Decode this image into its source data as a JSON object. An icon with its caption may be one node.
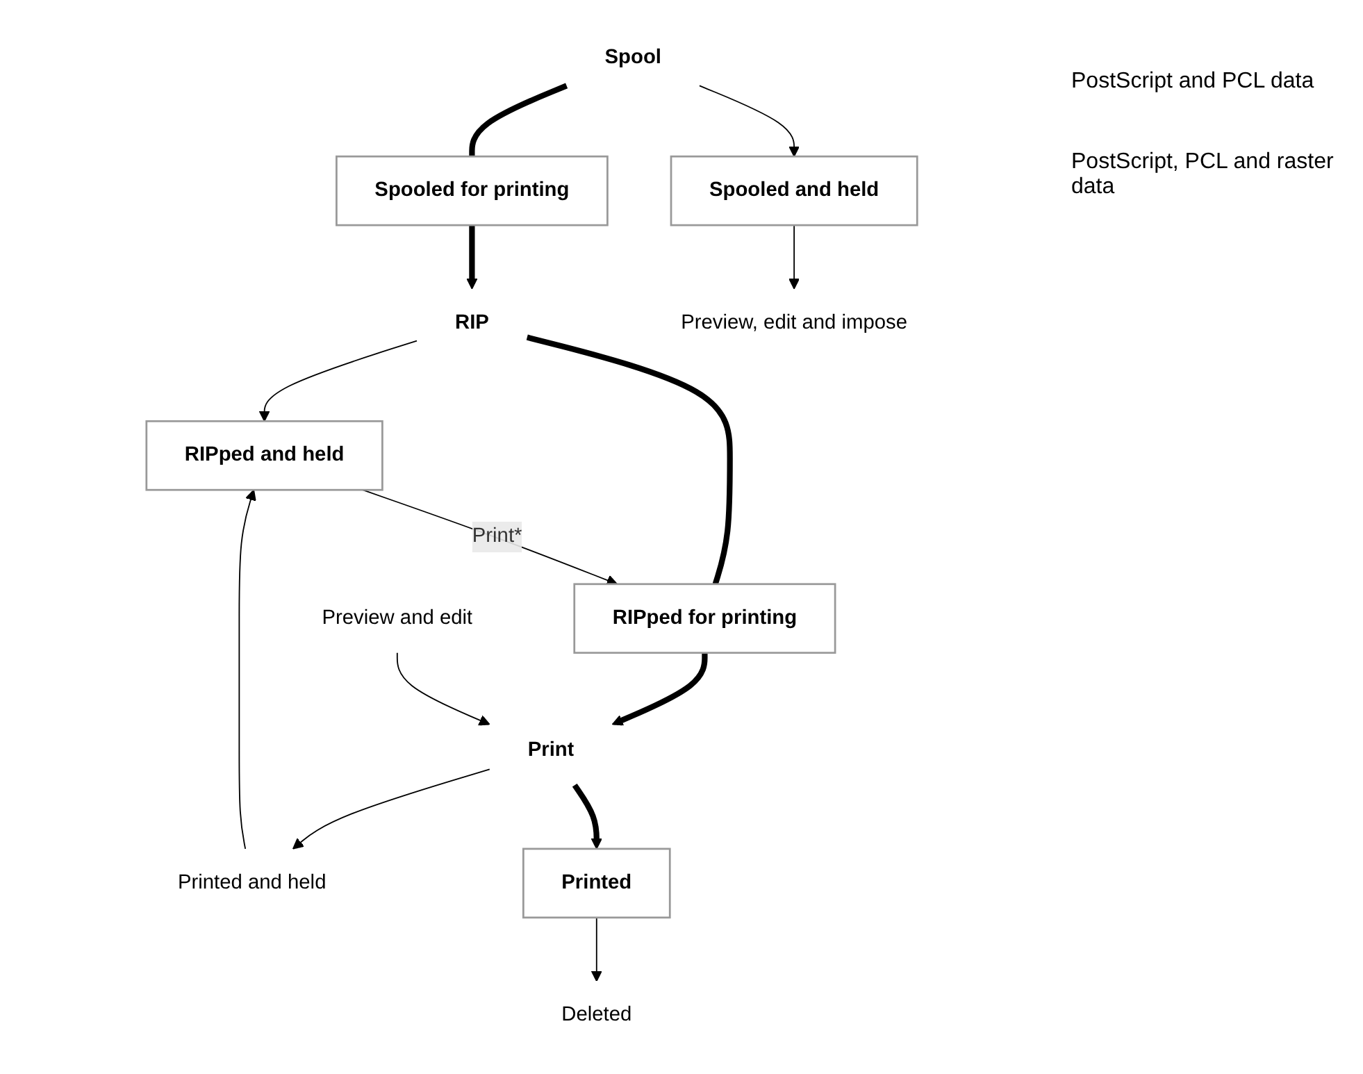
{
  "diagram": {
    "nodes": [
      {
        "text": [
          "Spool"
        ]
      },
      {
        "text": [
          "Spooled and held"
        ]
      },
      {
        "text": [
          "Spooled for printing"
        ]
      },
      {
        "text": [
          "RIP"
        ]
      },
      {
        "text": [
          "Preview, edit and impose"
        ]
      },
      {
        "text": [
          "RIPped and held"
        ]
      },
      {
        "text": [
          "RIPped for printing"
        ]
      },
      {
        "text": [
          "Print"
        ]
      },
      {
        "text": [
          "Preview and edit"
        ]
      },
      {
        "text": [
          "Printed and held"
        ]
      },
      {
        "text": [
          "Printed"
        ]
      },
      {
        "text": [
          "Deleted"
        ]
      }
    ],
    "edges": [
      {
        "from": 0,
        "to": 1,
        "arrow": "to"
      },
      {
        "from": 0,
        "to": 2,
        "arrow": "none",
        "style": "thick"
      },
      {
        "from": 2,
        "to": 3,
        "arrow": "to",
        "style": "thick"
      },
      {
        "from": 1,
        "to": 4,
        "arrow": "to"
      },
      {
        "from": 3,
        "to": 5,
        "arrow": "to"
      },
      {
        "from": 3,
        "to": 6,
        "arrow": "none",
        "style": "thick"
      },
      {
        "from": 5,
        "to": 6,
        "arrow": "to",
        "label": "Print*"
      },
      {
        "from": 6,
        "to": 7,
        "arrow": "to",
        "style": "thick"
      },
      {
        "from": 8,
        "to": 7,
        "arrow": "to"
      },
      {
        "from": 7,
        "to": 9,
        "arrow": "to"
      },
      {
        "from": 9,
        "to": 5,
        "arrow": "to"
      },
      {
        "from": 7,
        "to": 10,
        "arrow": "to",
        "style": "thick"
      },
      {
        "from": 10,
        "to": 11,
        "arrow": "to"
      }
    ],
    "labels": [
      "PostScript and PCL data",
      "PostScript, PCL and raster data"
    ]
  }
}
